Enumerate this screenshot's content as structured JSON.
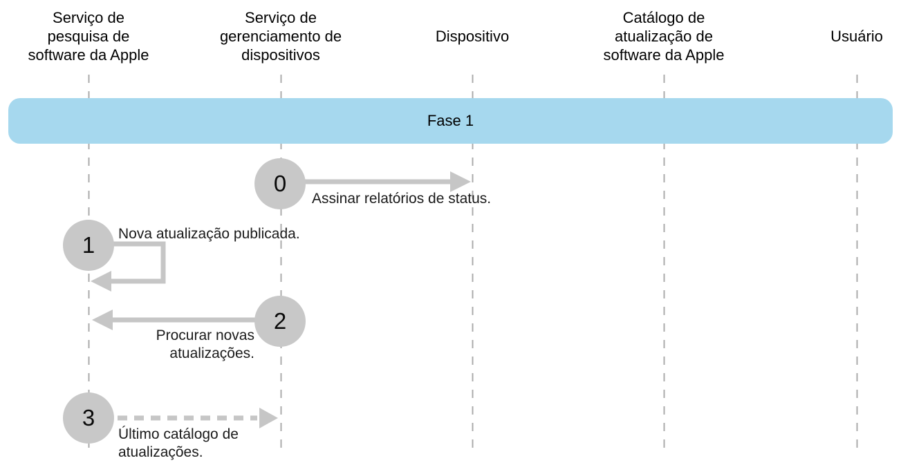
{
  "diagram": {
    "type": "sequence-diagram",
    "actors": [
      {
        "label": "Serviço de\npesquisa de\nsoftware da Apple"
      },
      {
        "label": "Serviço de\ngerenciamento de\ndispositivos"
      },
      {
        "label": "Dispositivo"
      },
      {
        "label": "Catálogo de\natualização de\nsoftware da Apple"
      },
      {
        "label": "Usuário"
      }
    ],
    "phase_banner": {
      "label": "Fase 1",
      "color": "#A6D8EE"
    },
    "steps": [
      {
        "number": "0",
        "label": "Assinar relatórios de status.",
        "from": "Serviço de gerenciamento de dispositivos",
        "to": "Dispositivo",
        "arrow_style": "solid"
      },
      {
        "number": "1",
        "label": "Nova atualização publicada.",
        "from": "Serviço de pesquisa de software da Apple",
        "to": "Serviço de pesquisa de software da Apple",
        "arrow_style": "self-loop"
      },
      {
        "number": "2",
        "label": "Procurar novas\natualizações.",
        "from": "Serviço de gerenciamento de dispositivos",
        "to": "Serviço de pesquisa de software da Apple",
        "arrow_style": "solid"
      },
      {
        "number": "3",
        "label": "Último catálogo de\natualizações.",
        "from": "Serviço de pesquisa de software da Apple",
        "to": "Serviço de gerenciamento de dispositivos",
        "arrow_style": "dashed"
      }
    ],
    "colors": {
      "banner_blue": "#A6D8EE",
      "circle_gray": "#C8C8C8",
      "arrow_gray": "#C6C6C6",
      "lifeline_gray": "#ABABAB",
      "text_black": "#000000"
    }
  }
}
